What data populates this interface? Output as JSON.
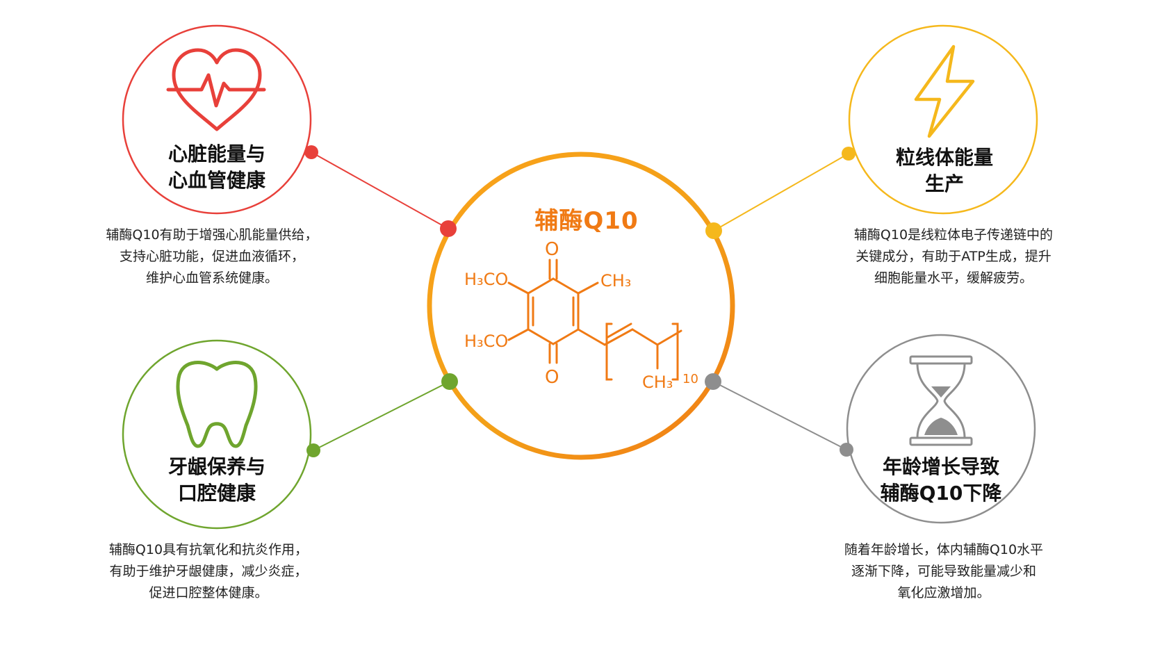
{
  "center": {
    "title": "辅酶Q10",
    "accent": "#F07A14",
    "formula": {
      "top_o": "O",
      "bottom_o": "O",
      "methoxy_upper": "H₃CO",
      "methoxy_lower": "H₃CO",
      "methyl_ring": "CH₃",
      "methyl_chain": "CH₃",
      "repeat_count": "10"
    }
  },
  "nodes": {
    "heart": {
      "icon": "heart-pulse-icon",
      "color": "#E8403A",
      "title_line1": "心脏能量与",
      "title_line2": "心血管健康",
      "desc_line1": "辅酶Q10有助于增强心肌能量供给，",
      "desc_line2": "支持心脏功能，促进血液循环，",
      "desc_line3": "维护心血管系统健康。"
    },
    "energy": {
      "icon": "lightning-bolt-icon",
      "color": "#F5B81C",
      "title_line1": "粒线体能量",
      "title_line2": "生产",
      "desc_line1": "辅酶Q10是线粒体电子传递链中的",
      "desc_line2": "关键成分，有助于ATP生成，提升",
      "desc_line3": "细胞能量水平，缓解疲劳。"
    },
    "tooth": {
      "icon": "tooth-icon",
      "color": "#6FA52E",
      "title_line1": "牙龈保养与",
      "title_line2": "口腔健康",
      "desc_line1": "辅酶Q10具有抗氧化和抗炎作用，",
      "desc_line2": "有助于维护牙龈健康，减少炎症，",
      "desc_line3": "促进口腔整体健康。"
    },
    "aging": {
      "icon": "hourglass-icon",
      "color": "#8E8E8E",
      "title_line1": "年龄增长导致",
      "title_line2": "辅酶Q10下降",
      "desc_line1": "随着年龄增长，体内辅酶Q10水平",
      "desc_line2": "逐渐下降，可能导致能量减少和",
      "desc_line3": "氧化应激增加。"
    }
  }
}
